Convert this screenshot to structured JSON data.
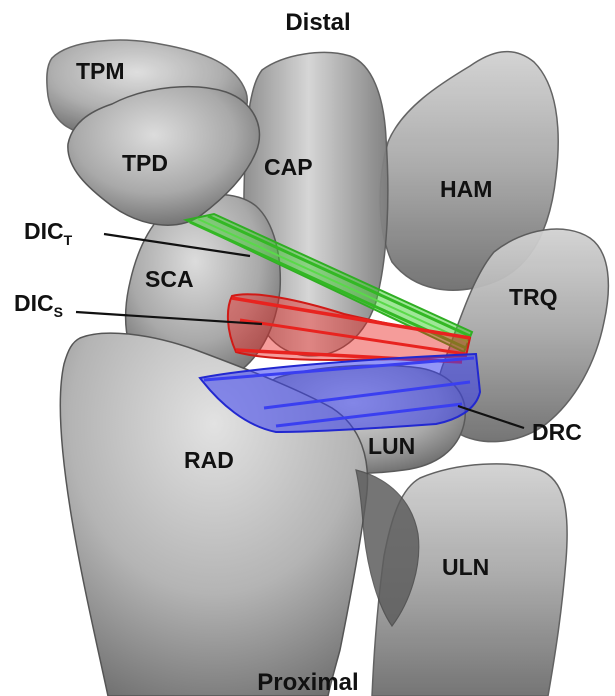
{
  "orientation": {
    "top": "Distal",
    "bottom": "Proximal"
  },
  "bones": {
    "tpm": "TPM",
    "tpd": "TPD",
    "cap": "CAP",
    "ham": "HAM",
    "sca": "SCA",
    "trq": "TRQ",
    "rad": "RAD",
    "lun": "LUN",
    "uln": "ULN"
  },
  "ligaments": {
    "dict": {
      "main": "DIC",
      "sub": "T",
      "color": "#3fcf2f"
    },
    "dics": {
      "main": "DIC",
      "sub": "S",
      "color": "#e8231f"
    },
    "drc": {
      "text": "DRC",
      "color": "#3a3ff0"
    }
  }
}
